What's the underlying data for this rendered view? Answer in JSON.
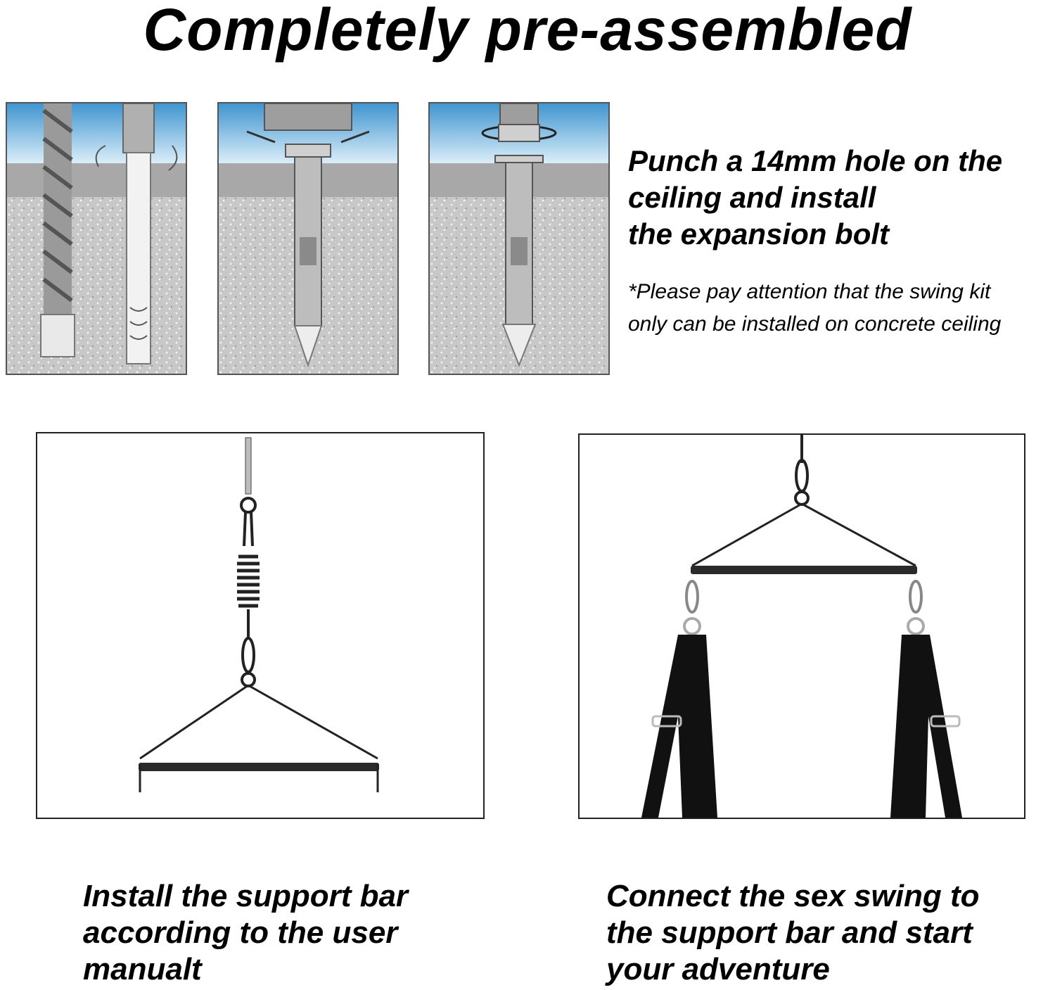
{
  "title": "Completely pre-assembled",
  "steps": {
    "step1_text": "Punch a 14mm hole on the\nceiling and install\nthe expansion bolt",
    "note": "*Please pay attention that the swing kit\nonly can be installed on concrete ceiling",
    "step2_caption": "Install the support bar\naccording to the user\nmanualt",
    "step3_caption": "Connect the sex swing to\nthe support bar and start\nyour adventure"
  },
  "colors": {
    "sky": "#4a9fd6",
    "slab": "#a9a9a9",
    "concrete": "#c9c9c9",
    "metal": "#b8b8b8",
    "strap": "#111111"
  }
}
